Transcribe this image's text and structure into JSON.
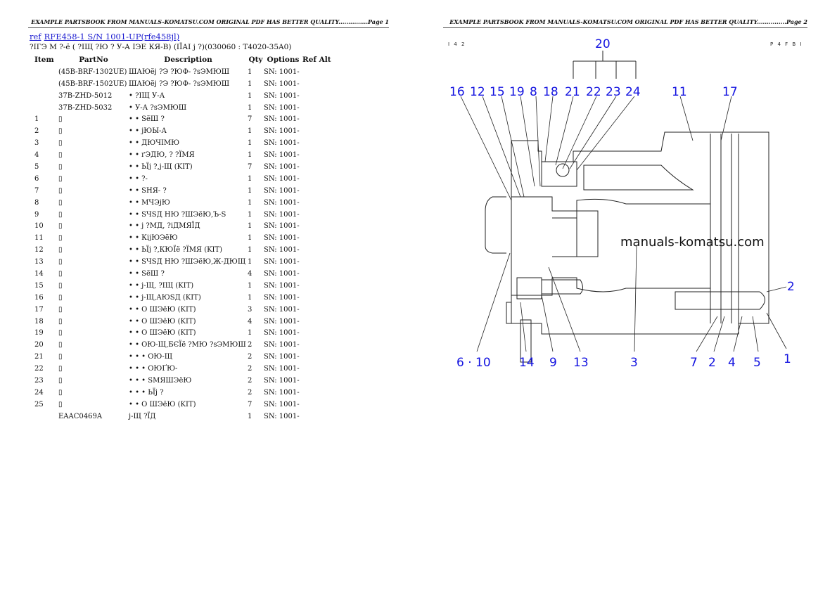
{
  "page1": {
    "header": "EXAMPLE PARTSBOOK FROM MANUALS-KOMATSU.COM ORIGINAL PDF HAS BETTER QUALITY...............Page 1",
    "link_ref": "ref",
    "link_model": "RFE458-1 S/N 1001-UP(rfe458jl)",
    "subtitle": "?ІГЭ М ?-ё ( ?ІЩ ?Ю ? У-А ІЭЕ КЯ-В) (ІЇАІ j ?)(030060 : T4020-35A0)",
    "columns": [
      "Item",
      "PartNo",
      "Description",
      "Qty",
      "Options",
      "Ref Alt"
    ],
    "rows": [
      {
        "item": "",
        "part": "(45B-BRF-1302UE)",
        "desc": "ШАЮёj ?Э ?ЮФ- ?sЭМЮШ",
        "qty": "1",
        "opt": "SN: 1001-"
      },
      {
        "item": "",
        "part": "(45B-BRF-1502UE)",
        "desc": "ШАЮёj ?Э ?ЮФ- ?sЭМЮШ",
        "qty": "1",
        "opt": "SN: 1001-"
      },
      {
        "item": "",
        "part": "37B-ZHD-5012",
        "desc": "• ?ІЩ У-А",
        "qty": "1",
        "opt": "SN: 1001-"
      },
      {
        "item": "",
        "part": "37B-ZHD-5032",
        "desc": "• У-А ?sЭМЮШ",
        "qty": "1",
        "opt": "SN: 1001-"
      },
      {
        "item": "1",
        "part": "▯",
        "desc": "• • SёШ ?",
        "qty": "7",
        "opt": "SN: 1001-"
      },
      {
        "item": "2",
        "part": "▯",
        "desc": "• • jЮЫ-А",
        "qty": "1",
        "opt": "SN: 1001-"
      },
      {
        "item": "3",
        "part": "▯",
        "desc": "• • ДЮЧІМЮ",
        "qty": "1",
        "opt": "SN: 1001-"
      },
      {
        "item": "4",
        "part": "▯",
        "desc": "• • ґЭДЮ, ? ?ЇМЯ",
        "qty": "1",
        "opt": "SN: 1001-"
      },
      {
        "item": "5",
        "part": "▯",
        "desc": "• • ЬЇj ?,j-Щ (KIT)",
        "qty": "7",
        "opt": "SN: 1001-"
      },
      {
        "item": "6",
        "part": "▯",
        "desc": "• • ?-",
        "qty": "1",
        "opt": "SN: 1001-"
      },
      {
        "item": "7",
        "part": "▯",
        "desc": "• • SНЯ- ?",
        "qty": "1",
        "opt": "SN: 1001-"
      },
      {
        "item": "8",
        "part": "▯",
        "desc": "• • МЧЭjЮ",
        "qty": "1",
        "opt": "SN: 1001-"
      },
      {
        "item": "9",
        "part": "▯",
        "desc": "• • SЧSД НЮ ?ШЭёЮ,Ъ-S",
        "qty": "1",
        "opt": "SN: 1001-"
      },
      {
        "item": "10",
        "part": "▯",
        "desc": "• • j ?МД, ?іДМЯЇД",
        "qty": "1",
        "opt": "SN: 1001-"
      },
      {
        "item": "11",
        "part": "▯",
        "desc": "• • КіjЮЭёЮ",
        "qty": "1",
        "opt": "SN: 1001-"
      },
      {
        "item": "12",
        "part": "▯",
        "desc": "• • ЬЇj ?,КЮЇё ?ЇМЯ (KIT)",
        "qty": "1",
        "opt": "SN: 1001-"
      },
      {
        "item": "13",
        "part": "▯",
        "desc": "• • SЧSД НЮ ?ШЭёЮ,Ж-ДЮЩ",
        "qty": "1",
        "opt": "SN: 1001-"
      },
      {
        "item": "14",
        "part": "▯",
        "desc": "• • SёШ ?",
        "qty": "4",
        "opt": "SN: 1001-"
      },
      {
        "item": "15",
        "part": "▯",
        "desc": "• • j-Щ, ?ІЩ (KIT)",
        "qty": "1",
        "opt": "SN: 1001-"
      },
      {
        "item": "16",
        "part": "▯",
        "desc": "• • j-Щ,АЮЅД (KIT)",
        "qty": "1",
        "opt": "SN: 1001-"
      },
      {
        "item": "17",
        "part": "▯",
        "desc": "• • О ШЭёЮ (KIT)",
        "qty": "3",
        "opt": "SN: 1001-"
      },
      {
        "item": "18",
        "part": "▯",
        "desc": "• • О ШЭёЮ (KIT)",
        "qty": "4",
        "opt": "SN: 1001-"
      },
      {
        "item": "19",
        "part": "▯",
        "desc": "• • О ШЭёЮ (KIT)",
        "qty": "1",
        "opt": "SN: 1001-"
      },
      {
        "item": "20",
        "part": "▯",
        "desc": "• • ОЮ-Щ,БЄЇё ?МЮ ?sЭМЮШ",
        "qty": "2",
        "opt": "SN: 1001-"
      },
      {
        "item": "21",
        "part": "▯",
        "desc": "• • • ОЮ-Щ",
        "qty": "2",
        "opt": "SN: 1001-"
      },
      {
        "item": "22",
        "part": "▯",
        "desc": "• • • ОЮҐЮ-",
        "qty": "2",
        "opt": "SN: 1001-"
      },
      {
        "item": "23",
        "part": "▯",
        "desc": "• • • SМЯШЭёЮ",
        "qty": "2",
        "opt": "SN: 1001-"
      },
      {
        "item": "24",
        "part": "▯",
        "desc": "• • • ЬЇj ?",
        "qty": "2",
        "opt": "SN: 1001-"
      },
      {
        "item": "25",
        "part": "▯",
        "desc": "• • О ШЭёЮ (KIT)",
        "qty": "7",
        "opt": "SN: 1001-"
      },
      {
        "item": "",
        "part": "EAAC0469A",
        "desc": "j-Щ ?ЇД",
        "qty": "1",
        "opt": "SN: 1001-"
      }
    ]
  },
  "page2": {
    "header": "EXAMPLE PARTSBOOK FROM MANUALS-KOMATSU.COM ORIGINAL PDF HAS BETTER QUALITY...............Page 2",
    "code_left": "I 4 2",
    "code_right": "P 4 F B I",
    "watermark": "manuals-komatsu.com",
    "callouts": [
      "20",
      "16",
      "12",
      "15",
      "19",
      "8",
      "18",
      "21",
      "22",
      "23",
      "24",
      "11",
      "17",
      "2",
      "6 · 10",
      "14",
      "9",
      "13",
      "3",
      "7",
      "2",
      "4",
      "5",
      "1"
    ],
    "label_color": "#1414e0"
  }
}
